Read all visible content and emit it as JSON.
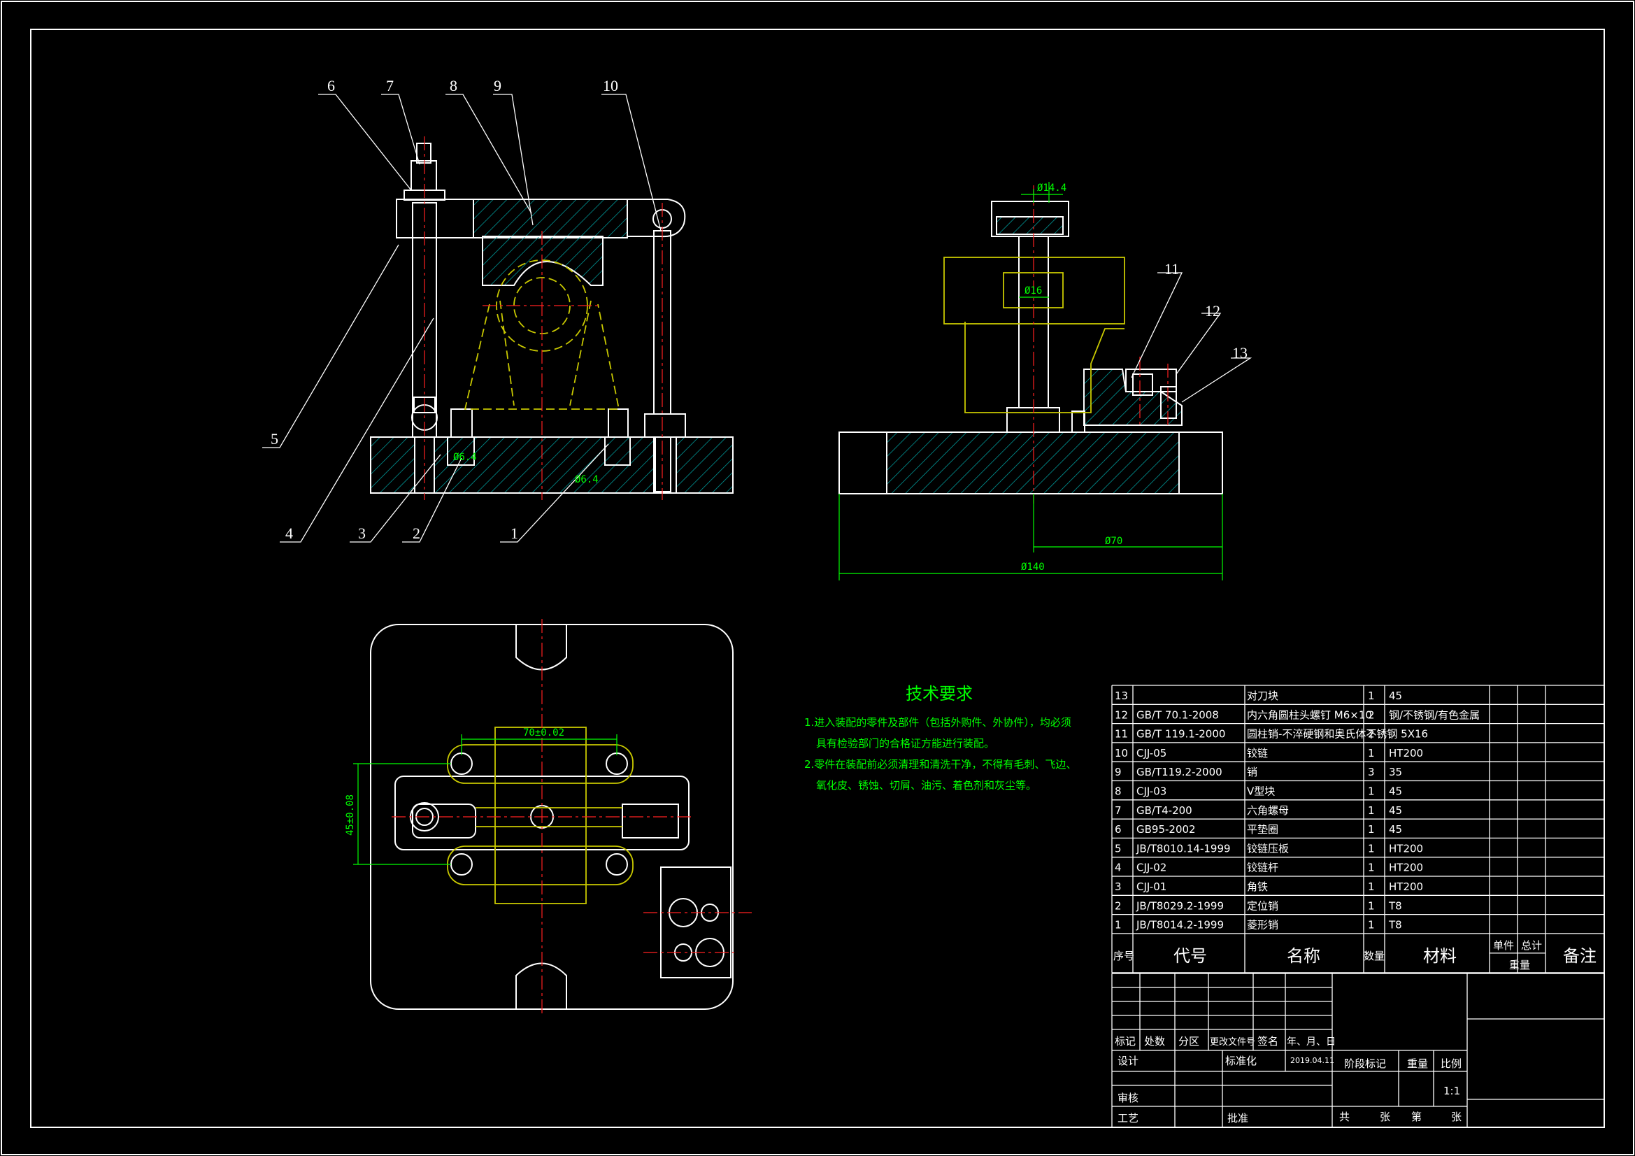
{
  "balloons": [
    "1",
    "2",
    "3",
    "4",
    "5",
    "6",
    "7",
    "8",
    "9",
    "10",
    "11",
    "12",
    "13"
  ],
  "dimensions": {
    "d_14_4": "Ø14.4",
    "d_16": "Ø16",
    "d_70": "Ø70",
    "d_140": "Ø140",
    "w_70": "70±0.02",
    "h_45": "45±0.08",
    "small_left": "Ø6.4",
    "small_mid": "Ø6.4"
  },
  "tech_requirements": {
    "title": "技术要求",
    "line1": "1.进入装配的零件及部件（包括外购件、外协件），均必须",
    "line2": "具有检验部门的合格证方能进行装配。",
    "line3": "2.零件在装配前必须清理和清洗干净，不得有毛刺、飞边、",
    "line4": "氧化皮、锈蚀、切屑、油污、着色剂和灰尘等。"
  },
  "parts_list": [
    {
      "no": "13",
      "code": "",
      "name": "对刀块",
      "qty": "1",
      "material": "45"
    },
    {
      "no": "12",
      "code": "GB/T 70.1-2008",
      "name": "内六角圆柱头螺钉 M6×10",
      "qty": "2",
      "material": "钢/不锈钢/有色金属"
    },
    {
      "no": "11",
      "code": "GB/T 119.1-2000",
      "name": "圆柱销-不淬硬钢和奥氏体不锈钢 5X16",
      "qty": "2",
      "material": ""
    },
    {
      "no": "10",
      "code": "CJJ-05",
      "name": "铰链",
      "qty": "1",
      "material": "HT200"
    },
    {
      "no": "9",
      "code": "GB/T119.2-2000",
      "name": "销",
      "qty": "3",
      "material": "35"
    },
    {
      "no": "8",
      "code": "CJJ-03",
      "name": "V型块",
      "qty": "1",
      "material": "45"
    },
    {
      "no": "7",
      "code": "GB/T4-200",
      "name": "六角螺母",
      "qty": "1",
      "material": "45"
    },
    {
      "no": "6",
      "code": "GB95-2002",
      "name": "平垫圈",
      "qty": "1",
      "material": "45"
    },
    {
      "no": "5",
      "code": "JB/T8010.14-1999",
      "name": "铰链压板",
      "qty": "1",
      "material": "HT200"
    },
    {
      "no": "4",
      "code": "CJJ-02",
      "name": "铰链杆",
      "qty": "1",
      "material": "HT200"
    },
    {
      "no": "3",
      "code": "CJJ-01",
      "name": "角铁",
      "qty": "1",
      "material": "HT200"
    },
    {
      "no": "2",
      "code": "JB/T8029.2-1999",
      "name": "定位销",
      "qty": "1",
      "material": "T8"
    },
    {
      "no": "1",
      "code": "JB/T8014.2-1999",
      "name": "菱形销",
      "qty": "1",
      "material": "T8"
    }
  ],
  "parts_header": {
    "no": "序号",
    "code": "代号",
    "name": "名称",
    "qty": "数量",
    "material": "材料",
    "unit": "单件",
    "total": "总计",
    "weight": "重量",
    "remark": "备注"
  },
  "title_block": {
    "mark": "标记",
    "count": "处数",
    "zone": "分区",
    "doc": "更改文件号",
    "sign": "签名",
    "date": "年、月、日",
    "design": "设计",
    "standard": "标准化",
    "date_value": "2019.04.11",
    "stage": "阶段标记",
    "weight": "重量",
    "scale": "比例",
    "scale_value": "1:1",
    "review": "审核",
    "process": "工艺",
    "approve": "批准",
    "total_sheets": "共",
    "sheets": "张",
    "sheet_no": "第",
    "sheet_unit": "张"
  },
  "colors": {
    "background": "#000000",
    "outline": "#ffffff",
    "hatch": "#00a0a0",
    "center": "#ff2020",
    "dimension": "#00ff00",
    "phantom": "#c8c800"
  }
}
